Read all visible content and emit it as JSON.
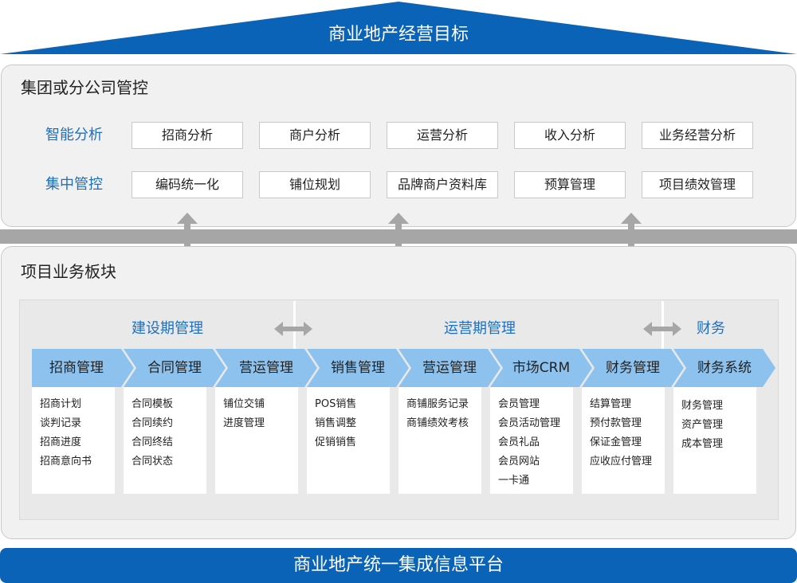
{
  "top_goal": "商业地产经营目标",
  "group_panel": {
    "title": "集团或分公司管控",
    "rows": [
      {
        "label": "智能分析",
        "items": [
          "招商分析",
          "商户分析",
          "运营分析",
          "收入分析",
          "业务经营分析"
        ]
      },
      {
        "label": "集中管控",
        "items": [
          "编码统一化",
          "铺位规划",
          "品牌商户资料库",
          "预算管理",
          "项目绩效管理"
        ]
      }
    ]
  },
  "project_panel": {
    "title": "项目业务板块",
    "phases": [
      "建设期管理",
      "运营期管理",
      "财务"
    ],
    "modules": [
      {
        "title": "招商管理",
        "items": [
          "招商计划",
          "谈判记录",
          "招商进度",
          "招商意向书"
        ]
      },
      {
        "title": "合同管理",
        "items": [
          "合同模板",
          "合同续约",
          "合同终结",
          "合同状态"
        ]
      },
      {
        "title": "营运管理",
        "items": [
          "铺位交铺",
          "进度管理"
        ]
      },
      {
        "title": "销售管理",
        "items": [
          "POS销售",
          "销售调整",
          "促销销售"
        ]
      },
      {
        "title": "营运管理",
        "items": [
          "商铺服务记录",
          "商铺绩效考核"
        ]
      },
      {
        "title": "市场CRM",
        "items": [
          "会员管理",
          "会员活动管理",
          "会员礼品",
          "会员网站",
          "一卡通"
        ]
      },
      {
        "title": "财务管理",
        "items": [
          "结算管理",
          "预付款管理",
          "保证金管理",
          "应收应付管理"
        ]
      },
      {
        "title": "财务系统",
        "items": [
          "财务管理",
          "资产管理",
          "成本管理"
        ]
      }
    ]
  },
  "platform": "商业地产统一集成信息平台",
  "colors": {
    "primary_blue": "#0b63b8",
    "label_blue": "#1f6fbf",
    "chevron_blue": "#8ec2ee",
    "arrow_gray": "#a6a6a6"
  }
}
